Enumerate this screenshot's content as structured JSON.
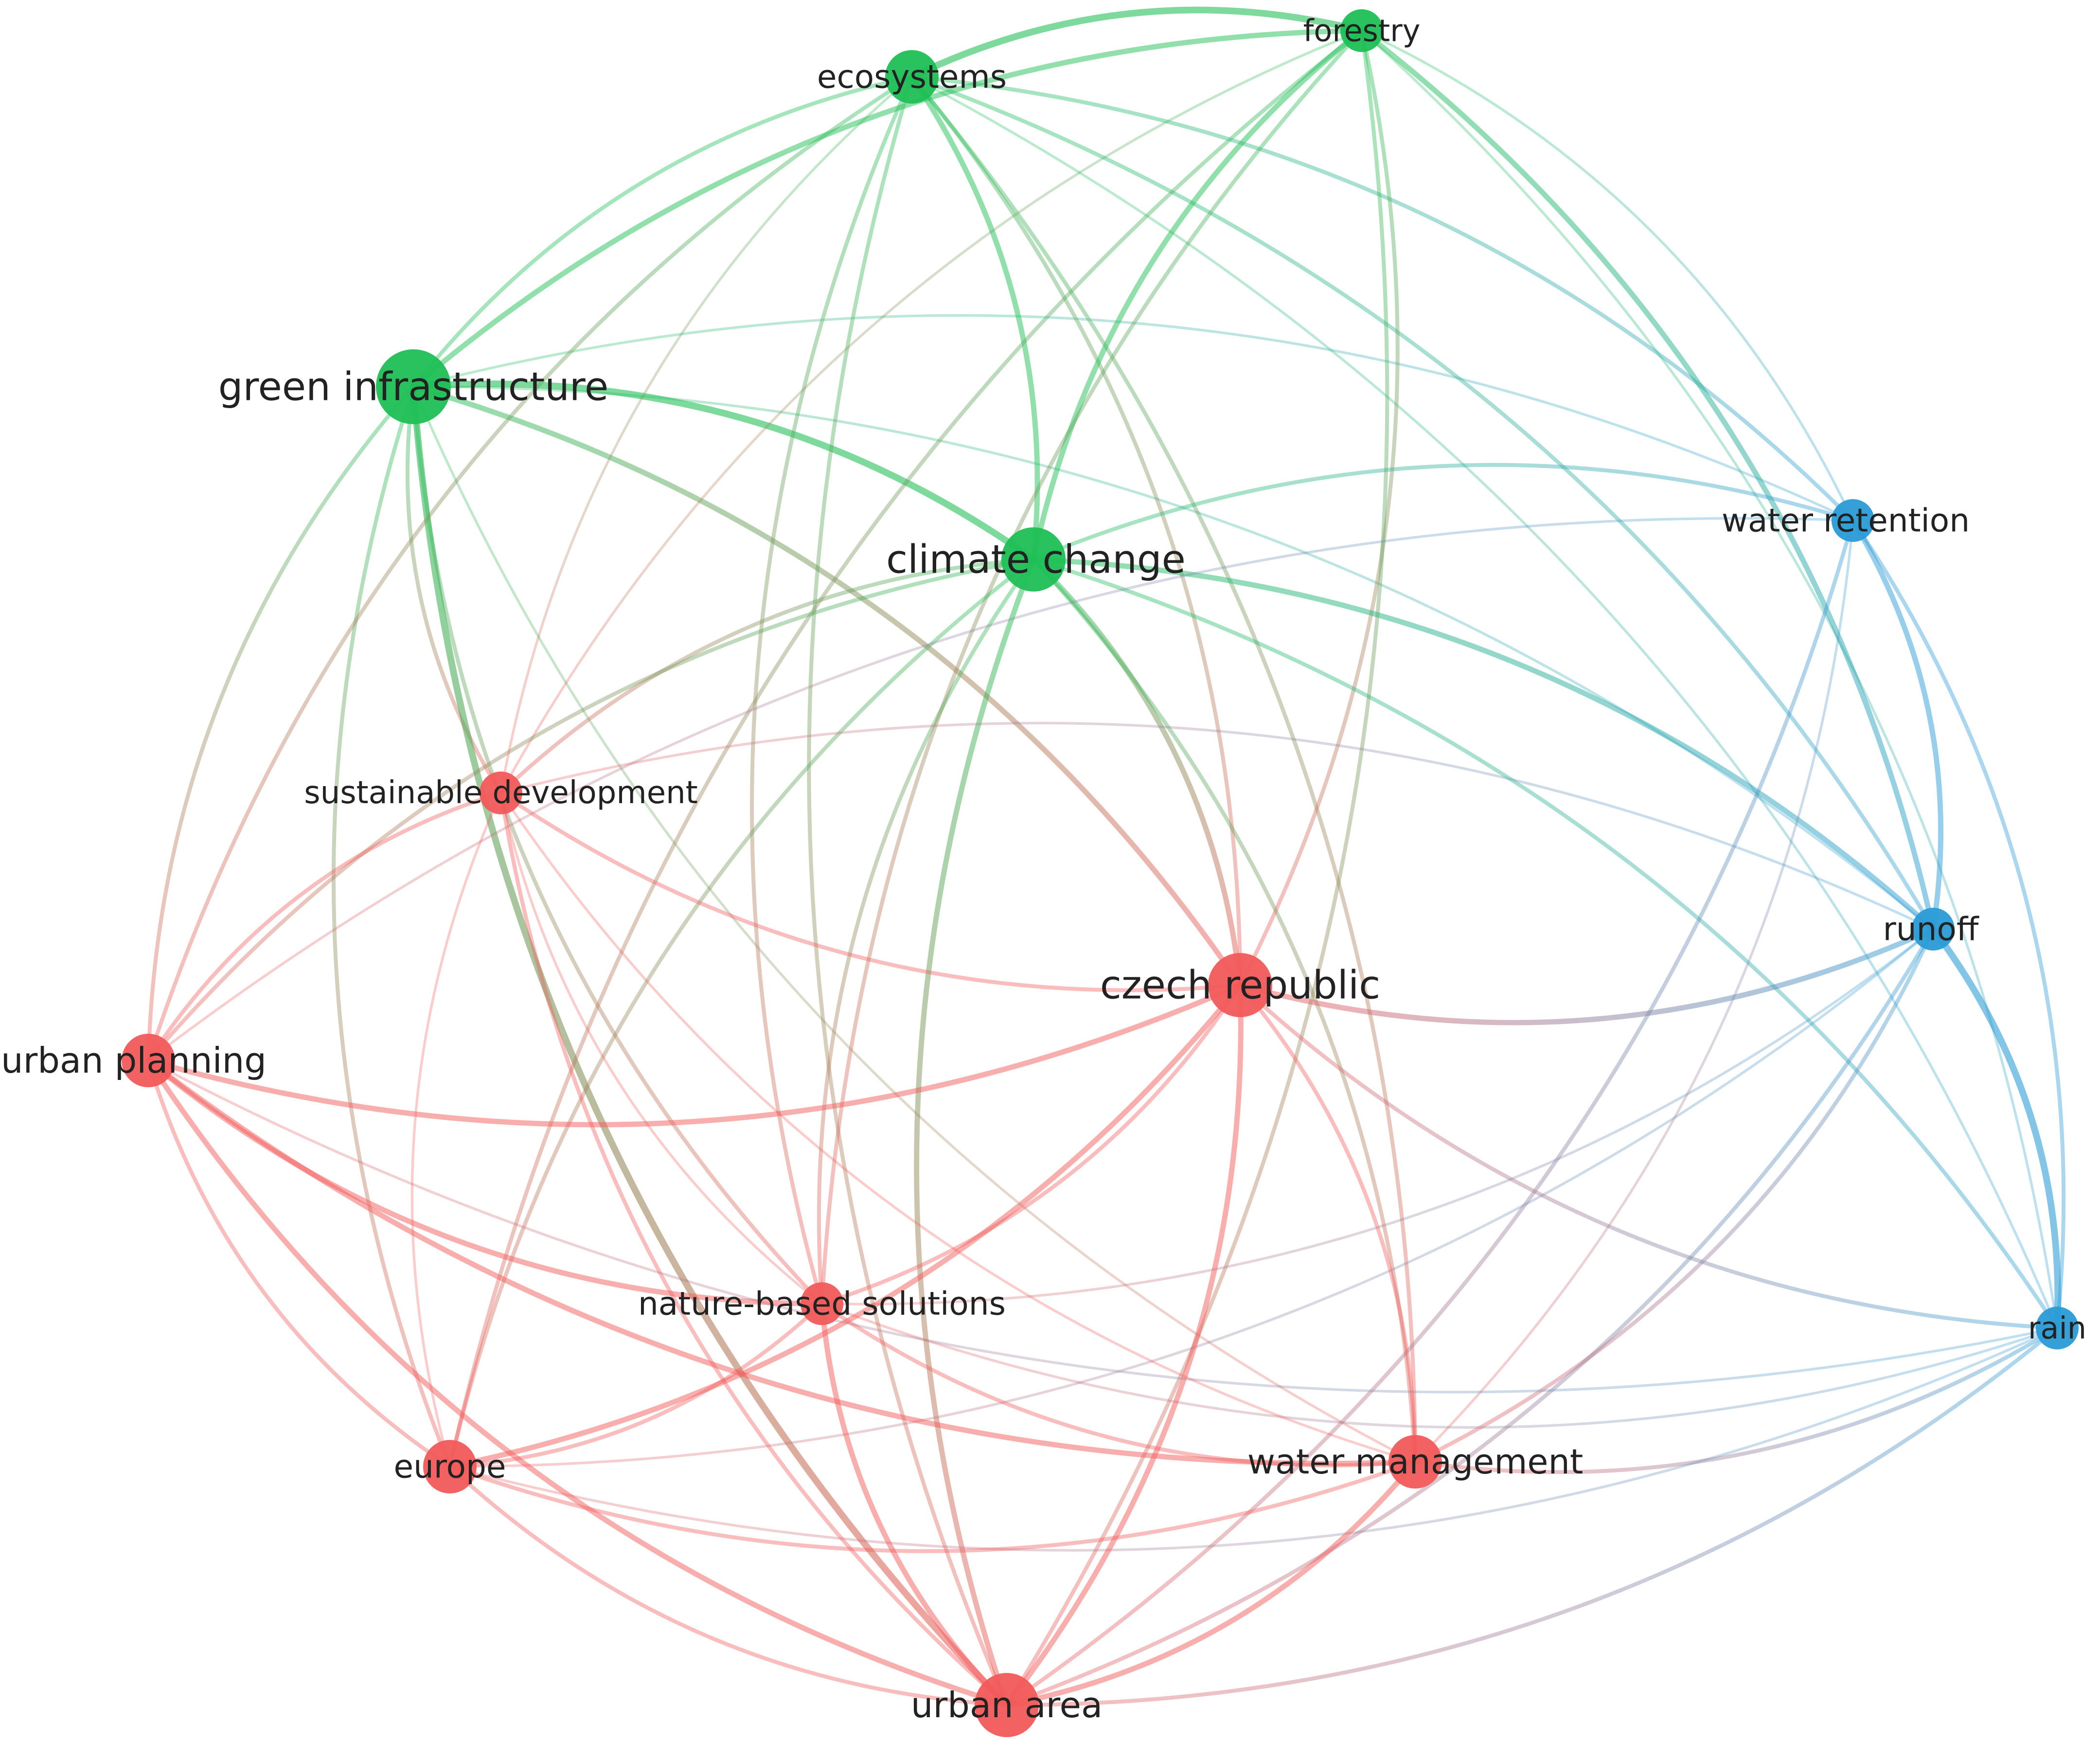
{
  "colors": {
    "cluster_red": "#f25a5a",
    "cluster_green": "#1fbf55",
    "cluster_blue": "#2a9bd6",
    "background": "#ffffff"
  },
  "network": {
    "nodes": [
      {
        "id": "green-infrastructure",
        "label": "green infrastructure",
        "cluster": "green",
        "weight": 5
      },
      {
        "id": "ecosystems",
        "label": "ecosystems",
        "cluster": "green",
        "weight": 3
      },
      {
        "id": "forestry",
        "label": "forestry",
        "cluster": "green",
        "weight": 2
      },
      {
        "id": "climate-change",
        "label": "climate change",
        "cluster": "green",
        "weight": 4
      },
      {
        "id": "water-retention",
        "label": "water retention",
        "cluster": "blue",
        "weight": 2
      },
      {
        "id": "runoff",
        "label": "runoff",
        "cluster": "blue",
        "weight": 2
      },
      {
        "id": "rain",
        "label": "rain",
        "cluster": "blue",
        "weight": 2
      },
      {
        "id": "sustainable-development",
        "label": "sustainable development",
        "cluster": "red",
        "weight": 2
      },
      {
        "id": "czech-republic",
        "label": "czech republic",
        "cluster": "red",
        "weight": 4
      },
      {
        "id": "urban-planning",
        "label": "urban planning",
        "cluster": "red",
        "weight": 3
      },
      {
        "id": "nature-based-solutions",
        "label": "nature-based solutions",
        "cluster": "red",
        "weight": 2
      },
      {
        "id": "europe",
        "label": "europe",
        "cluster": "red",
        "weight": 3
      },
      {
        "id": "water-management",
        "label": "water management",
        "cluster": "red",
        "weight": 3
      },
      {
        "id": "urban-area",
        "label": "urban area",
        "cluster": "red",
        "weight": 4
      }
    ],
    "links": [
      {
        "source": "green-infrastructure",
        "target": "ecosystems",
        "strength": 2
      },
      {
        "source": "green-infrastructure",
        "target": "forestry",
        "strength": 3
      },
      {
        "source": "green-infrastructure",
        "target": "climate-change",
        "strength": 4
      },
      {
        "source": "green-infrastructure",
        "target": "water-retention",
        "strength": 1
      },
      {
        "source": "green-infrastructure",
        "target": "runoff",
        "strength": 1
      },
      {
        "source": "green-infrastructure",
        "target": "sustainable-development",
        "strength": 2
      },
      {
        "source": "green-infrastructure",
        "target": "czech-republic",
        "strength": 3
      },
      {
        "source": "green-infrastructure",
        "target": "urban-planning",
        "strength": 2
      },
      {
        "source": "green-infrastructure",
        "target": "nature-based-solutions",
        "strength": 2
      },
      {
        "source": "green-infrastructure",
        "target": "europe",
        "strength": 2
      },
      {
        "source": "green-infrastructure",
        "target": "water-management",
        "strength": 1
      },
      {
        "source": "green-infrastructure",
        "target": "urban-area",
        "strength": 4
      },
      {
        "source": "ecosystems",
        "target": "forestry",
        "strength": 4
      },
      {
        "source": "ecosystems",
        "target": "climate-change",
        "strength": 3
      },
      {
        "source": "ecosystems",
        "target": "water-retention",
        "strength": 2
      },
      {
        "source": "ecosystems",
        "target": "runoff",
        "strength": 2
      },
      {
        "source": "ecosystems",
        "target": "rain",
        "strength": 1
      },
      {
        "source": "ecosystems",
        "target": "sustainable-development",
        "strength": 1
      },
      {
        "source": "ecosystems",
        "target": "czech-republic",
        "strength": 2
      },
      {
        "source": "ecosystems",
        "target": "urban-planning",
        "strength": 2
      },
      {
        "source": "ecosystems",
        "target": "nature-based-solutions",
        "strength": 2
      },
      {
        "source": "ecosystems",
        "target": "water-management",
        "strength": 2
      },
      {
        "source": "ecosystems",
        "target": "urban-area",
        "strength": 2
      },
      {
        "source": "forestry",
        "target": "climate-change",
        "strength": 3
      },
      {
        "source": "forestry",
        "target": "water-retention",
        "strength": 1
      },
      {
        "source": "forestry",
        "target": "runoff",
        "strength": 3
      },
      {
        "source": "forestry",
        "target": "rain",
        "strength": 1
      },
      {
        "source": "forestry",
        "target": "sustainable-development",
        "strength": 1
      },
      {
        "source": "forestry",
        "target": "czech-republic",
        "strength": 2
      },
      {
        "source": "forestry",
        "target": "nature-based-solutions",
        "strength": 2
      },
      {
        "source": "forestry",
        "target": "europe",
        "strength": 2
      },
      {
        "source": "forestry",
        "target": "urban-area",
        "strength": 2
      },
      {
        "source": "climate-change",
        "target": "water-retention",
        "strength": 2
      },
      {
        "source": "climate-change",
        "target": "runoff",
        "strength": 3
      },
      {
        "source": "climate-change",
        "target": "rain",
        "strength": 2
      },
      {
        "source": "climate-change",
        "target": "sustainable-development",
        "strength": 2
      },
      {
        "source": "climate-change",
        "target": "czech-republic",
        "strength": 3
      },
      {
        "source": "climate-change",
        "target": "urban-planning",
        "strength": 2
      },
      {
        "source": "climate-change",
        "target": "nature-based-solutions",
        "strength": 2
      },
      {
        "source": "climate-change",
        "target": "europe",
        "strength": 2
      },
      {
        "source": "climate-change",
        "target": "water-management",
        "strength": 2
      },
      {
        "source": "climate-change",
        "target": "urban-area",
        "strength": 3
      },
      {
        "source": "water-retention",
        "target": "runoff",
        "strength": 3
      },
      {
        "source": "water-retention",
        "target": "rain",
        "strength": 2
      },
      {
        "source": "water-retention",
        "target": "water-management",
        "strength": 1
      },
      {
        "source": "water-retention",
        "target": "urban-area",
        "strength": 2
      },
      {
        "source": "water-retention",
        "target": "urban-planning",
        "strength": 1
      },
      {
        "source": "runoff",
        "target": "rain",
        "strength": 4
      },
      {
        "source": "runoff",
        "target": "czech-republic",
        "strength": 3
      },
      {
        "source": "runoff",
        "target": "urban-area",
        "strength": 2
      },
      {
        "source": "runoff",
        "target": "water-management",
        "strength": 2
      },
      {
        "source": "runoff",
        "target": "europe",
        "strength": 1
      },
      {
        "source": "runoff",
        "target": "nature-based-solutions",
        "strength": 1
      },
      {
        "source": "runoff",
        "target": "sustainable-development",
        "strength": 1
      },
      {
        "source": "rain",
        "target": "czech-republic",
        "strength": 2
      },
      {
        "source": "rain",
        "target": "urban-area",
        "strength": 2
      },
      {
        "source": "rain",
        "target": "water-management",
        "strength": 2
      },
      {
        "source": "rain",
        "target": "europe",
        "strength": 1
      },
      {
        "source": "rain",
        "target": "nature-based-solutions",
        "strength": 1
      },
      {
        "source": "rain",
        "target": "urban-planning",
        "strength": 1
      },
      {
        "source": "sustainable-development",
        "target": "czech-republic",
        "strength": 2
      },
      {
        "source": "sustainable-development",
        "target": "urban-planning",
        "strength": 2
      },
      {
        "source": "sustainable-development",
        "target": "nature-based-solutions",
        "strength": 1
      },
      {
        "source": "sustainable-development",
        "target": "europe",
        "strength": 1
      },
      {
        "source": "sustainable-development",
        "target": "water-management",
        "strength": 1
      },
      {
        "source": "sustainable-development",
        "target": "urban-area",
        "strength": 2
      },
      {
        "source": "czech-republic",
        "target": "urban-planning",
        "strength": 3
      },
      {
        "source": "czech-republic",
        "target": "nature-based-solutions",
        "strength": 2
      },
      {
        "source": "czech-republic",
        "target": "europe",
        "strength": 3
      },
      {
        "source": "czech-republic",
        "target": "water-management",
        "strength": 2
      },
      {
        "source": "czech-republic",
        "target": "urban-area",
        "strength": 3
      },
      {
        "source": "urban-planning",
        "target": "nature-based-solutions",
        "strength": 3
      },
      {
        "source": "urban-planning",
        "target": "europe",
        "strength": 2
      },
      {
        "source": "urban-planning",
        "target": "water-management",
        "strength": 3
      },
      {
        "source": "urban-planning",
        "target": "urban-area",
        "strength": 3
      },
      {
        "source": "nature-based-solutions",
        "target": "europe",
        "strength": 2
      },
      {
        "source": "nature-based-solutions",
        "target": "water-management",
        "strength": 2
      },
      {
        "source": "nature-based-solutions",
        "target": "urban-area",
        "strength": 3
      },
      {
        "source": "europe",
        "target": "water-management",
        "strength": 2
      },
      {
        "source": "europe",
        "target": "urban-area",
        "strength": 2
      },
      {
        "source": "water-management",
        "target": "urban-area",
        "strength": 3
      }
    ]
  }
}
